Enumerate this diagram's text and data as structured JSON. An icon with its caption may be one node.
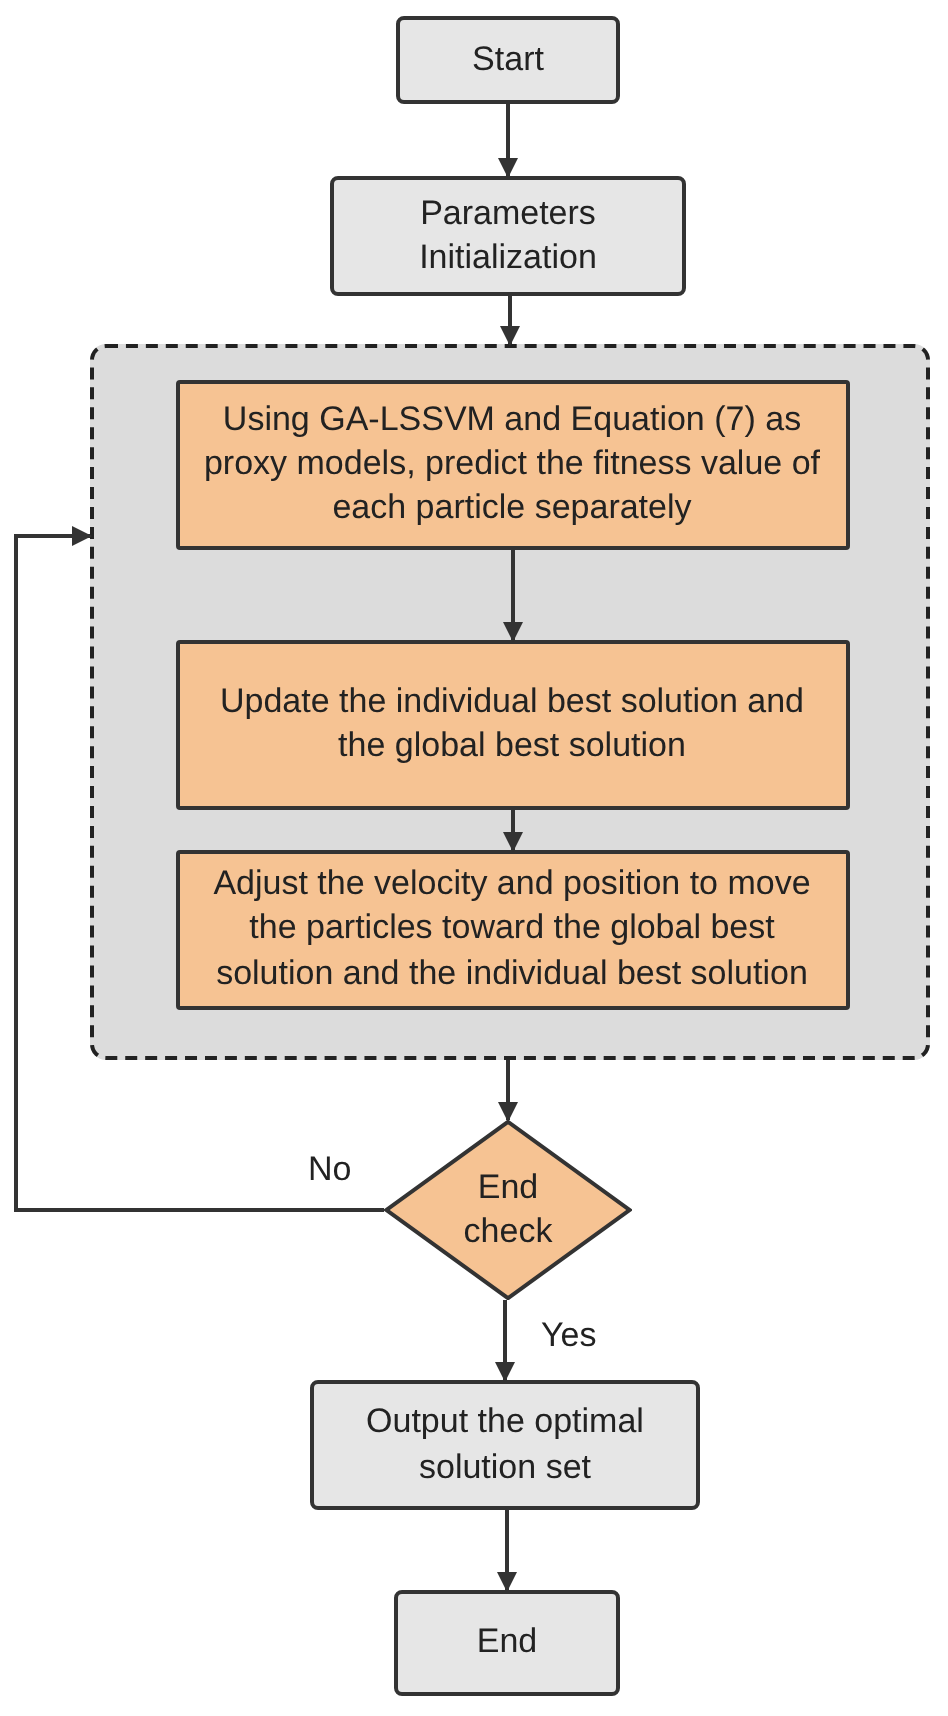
{
  "diagram": {
    "nodes": [
      {
        "text": [
          "Start"
        ]
      },
      {
        "text": [
          "Parameters Initialization"
        ]
      },
      {
        "text": [],
        "shape": "box"
      },
      {
        "text": [
          "Using GA-LSSVM and Equation (7) as proxy models, predict the fitness value of each particle separately"
        ],
        "in": 2
      },
      {
        "text": [
          "Update the individual best solution and the global best solution"
        ],
        "in": 2
      },
      {
        "text": [
          "Adjust the velocity and position to move the particles toward the global best solution and the individual best solution"
        ],
        "in": 2
      },
      {
        "text": [
          "End check"
        ]
      },
      {
        "text": [
          "Output the optimal solution set"
        ]
      },
      {
        "text": [
          "End"
        ]
      }
    ],
    "edges": [
      {
        "from": 0,
        "to": 1,
        "arrow": "to"
      },
      {
        "from": 1,
        "to": 2,
        "arrow": "to"
      },
      {
        "from": 3,
        "to": 4,
        "arrow": "to"
      },
      {
        "from": 4,
        "to": 5,
        "arrow": "to"
      },
      {
        "from": 2,
        "to": 6,
        "arrow": "to"
      },
      {
        "from": 6,
        "to": 2,
        "arrow": "to",
        "label": "No"
      },
      {
        "from": 6,
        "to": 7,
        "arrow": "to",
        "label": "Yes"
      },
      {
        "from": 7,
        "to": 8,
        "arrow": "to"
      }
    ]
  }
}
